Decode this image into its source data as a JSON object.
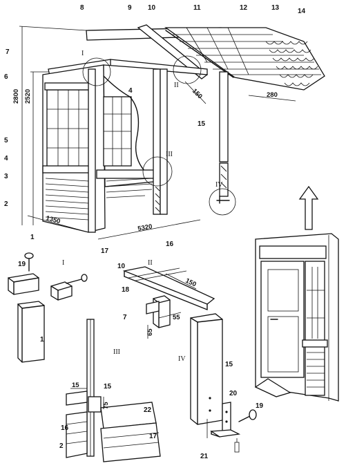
{
  "callouts": {
    "c1": "1",
    "c2": "2",
    "c3": "3",
    "c4": "4",
    "c5": "5",
    "c6": "6",
    "c7": "7",
    "c8": "8",
    "c9": "9",
    "c10": "10",
    "c11": "11",
    "c12": "12",
    "c13": "13",
    "c14": "14",
    "c15": "15",
    "c16": "16",
    "c17": "17",
    "c18": "18",
    "c19": "19",
    "c20": "20",
    "c21": "21",
    "c22": "22"
  },
  "details": {
    "I": "I",
    "II": "II",
    "III": "III",
    "IV": "IV"
  },
  "dimensions": {
    "height_total": "2800",
    "height_eave": "2520",
    "width_side": "1350",
    "length_front": "5320",
    "overhang_rafter": "150",
    "overhang_roof": "280",
    "detail2_overhang": "150",
    "detail2_notch_w": "55",
    "detail2_notch_h": "65",
    "detail3_w": "15",
    "detail3_h": "75"
  }
}
